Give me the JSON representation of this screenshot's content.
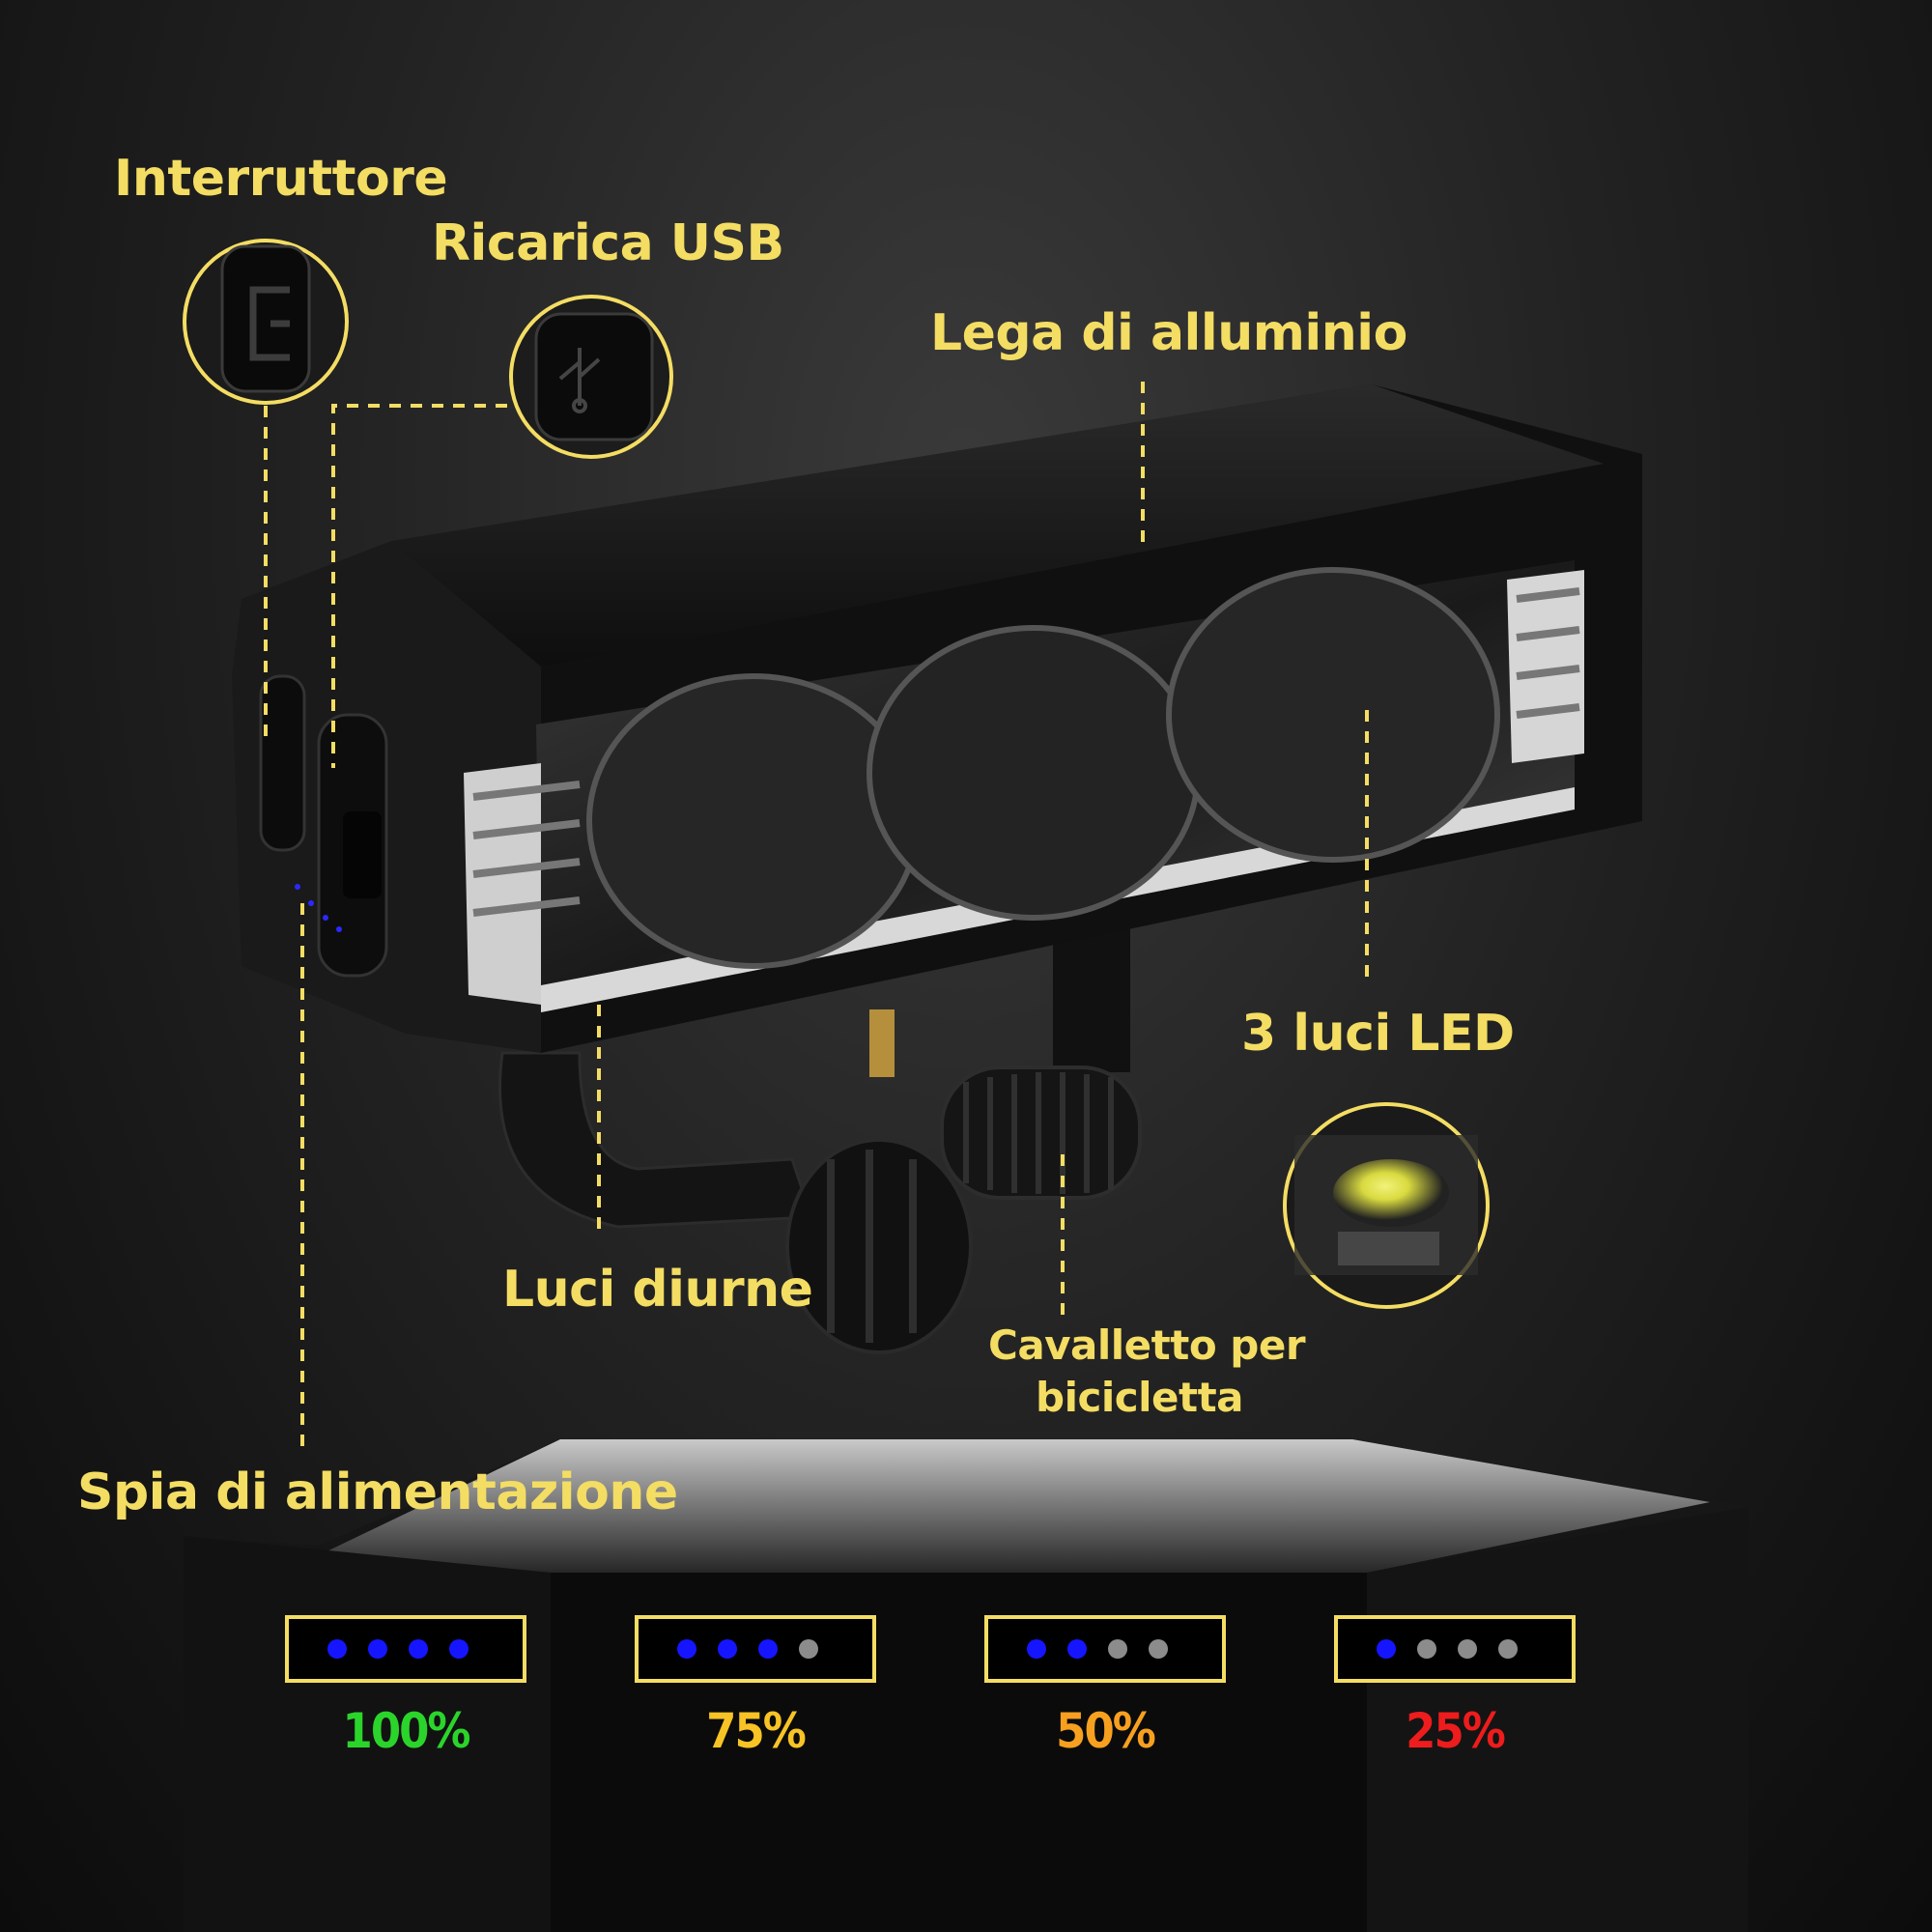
{
  "labels": {
    "switch": "Interruttore",
    "usb": "Ricarica USB",
    "aluminium": "Lega di alluminio",
    "leds": "3 luci LED",
    "daylight": "Luci diurne",
    "mount_line1": "Cavalletto per",
    "mount_line2": "bicicletta",
    "power_indicator": "Spia di alimentazione"
  },
  "battery_levels": [
    {
      "label": "100%",
      "lit": 4,
      "color": "#2bd42b"
    },
    {
      "label": "75%",
      "lit": 3,
      "color": "#f7c325"
    },
    {
      "label": "50%",
      "lit": 2,
      "color": "#f7a020"
    },
    {
      "label": "25%",
      "lit": 1,
      "color": "#ee1c1c"
    }
  ],
  "colors": {
    "accent": "#f4dd63",
    "led_on": "#1515ff",
    "led_off": "#8c8c8c"
  },
  "icons": [
    "power-button-icon",
    "usb-icon"
  ]
}
